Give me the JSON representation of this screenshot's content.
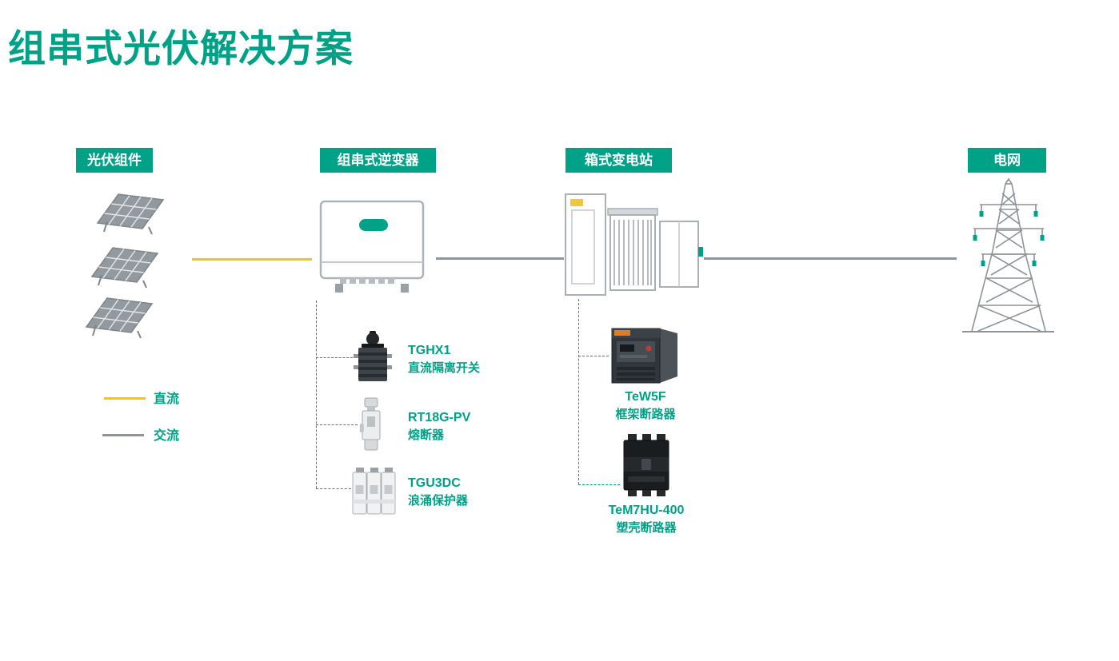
{
  "title": "组串式光伏解决方案",
  "colors": {
    "teal": "#00A287",
    "dc_yellow": "#FFC300",
    "ac_gray": "#8F9598"
  },
  "stages": [
    {
      "id": "pv-modules",
      "label": "光伏组件"
    },
    {
      "id": "string-inverter",
      "label": "组串式逆变器"
    },
    {
      "id": "box-substation",
      "label": "箱式变电站"
    },
    {
      "id": "power-grid",
      "label": "电网"
    }
  ],
  "legend": [
    {
      "id": "dc",
      "label": "直流"
    },
    {
      "id": "ac",
      "label": "交流"
    }
  ],
  "inverter_components": [
    {
      "name": "TGHX1",
      "desc": "直流隔离开关"
    },
    {
      "name": "RT18G-PV",
      "desc": "熔断器"
    },
    {
      "name": "TGU3DC",
      "desc": "浪涌保护器"
    }
  ],
  "substation_components": [
    {
      "name": "TeW5F",
      "desc": "框架断路器"
    },
    {
      "name": "TeM7HU-400",
      "desc": "塑壳断路器"
    }
  ]
}
